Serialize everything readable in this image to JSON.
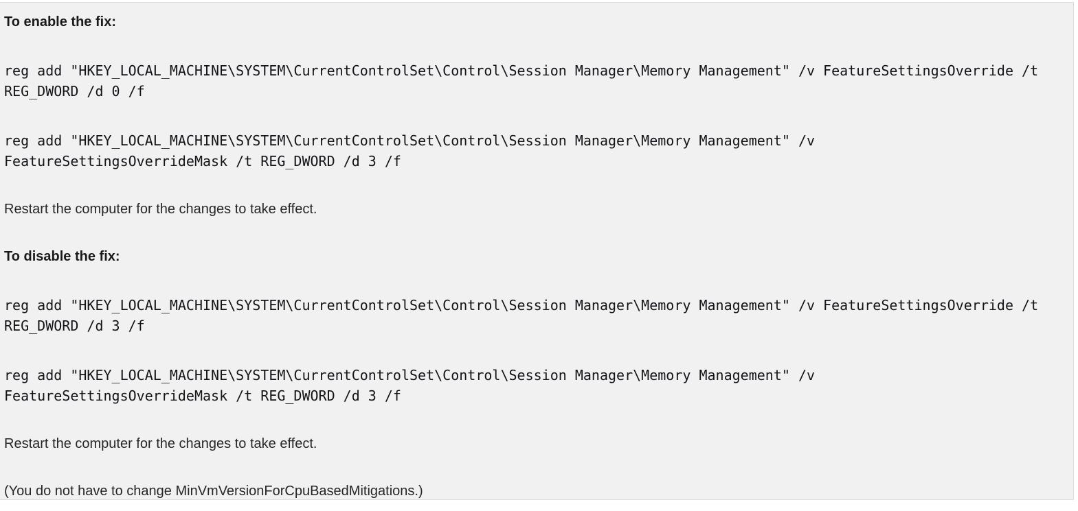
{
  "panel": {
    "background_color": "#f1f1f2",
    "border_color": "#dcdcdc",
    "heading_color": "#1a1a1a",
    "code_color": "#121418",
    "body_text_color": "#262626"
  },
  "document": {
    "enable": {
      "heading": "To enable the fix:",
      "command1": {
        "line1": "reg add \"HKEY_LOCAL_MACHINE\\SYSTEM\\CurrentControlSet\\Control\\Session Manager\\Memory Management\" /v FeatureSettingsOverride /t",
        "line2": "REG_DWORD /d 0 /f"
      },
      "command2": {
        "line1": "reg add \"HKEY_LOCAL_MACHINE\\SYSTEM\\CurrentControlSet\\Control\\Session Manager\\Memory Management\" /v",
        "line2": "FeatureSettingsOverrideMask /t REG_DWORD /d 3 /f"
      },
      "restart_note": "Restart the computer for the changes to take effect."
    },
    "disable": {
      "heading": "To disable the fix:",
      "command1": {
        "line1": "reg add \"HKEY_LOCAL_MACHINE\\SYSTEM\\CurrentControlSet\\Control\\Session Manager\\Memory Management\" /v FeatureSettingsOverride /t",
        "line2": "REG_DWORD /d 3 /f"
      },
      "command2": {
        "line1": "reg add \"HKEY_LOCAL_MACHINE\\SYSTEM\\CurrentControlSet\\Control\\Session Manager\\Memory Management\" /v",
        "line2": "FeatureSettingsOverrideMask /t REG_DWORD /d 3 /f"
      },
      "restart_note": "Restart the computer for the changes to take effect."
    },
    "footnote": "(You do not have to change MinVmVersionForCpuBasedMitigations.)"
  }
}
